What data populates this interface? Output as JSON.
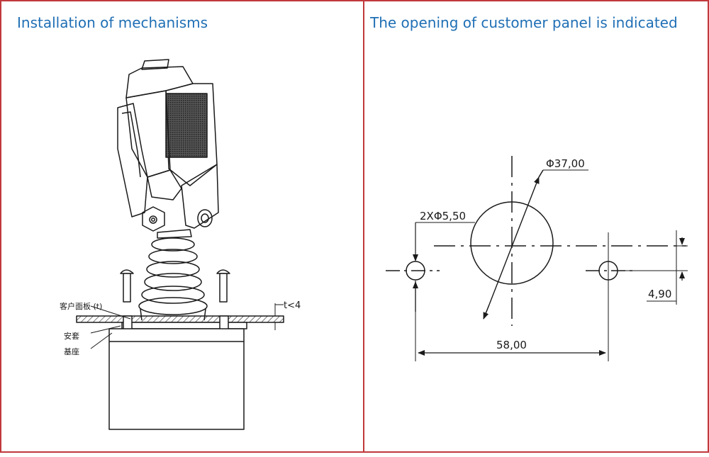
{
  "panels": {
    "left": {
      "title": "Installation of mechanisms",
      "labels": {
        "customer_panel": "客户面板 (t)",
        "thickness": "t<4",
        "mounting_sleeve": "安套",
        "base": "基座"
      }
    },
    "right": {
      "title": "The opening of customer panel is indicated",
      "dimensions": {
        "center_hole_diameter": "Φ37,00",
        "side_holes": "2XΦ5,50",
        "hole_spacing": "58,00",
        "vertical_offset": "4,90"
      }
    }
  },
  "colors": {
    "border": "#c0393b",
    "title": "#1f6fb5",
    "line": "#1a1a1a"
  }
}
